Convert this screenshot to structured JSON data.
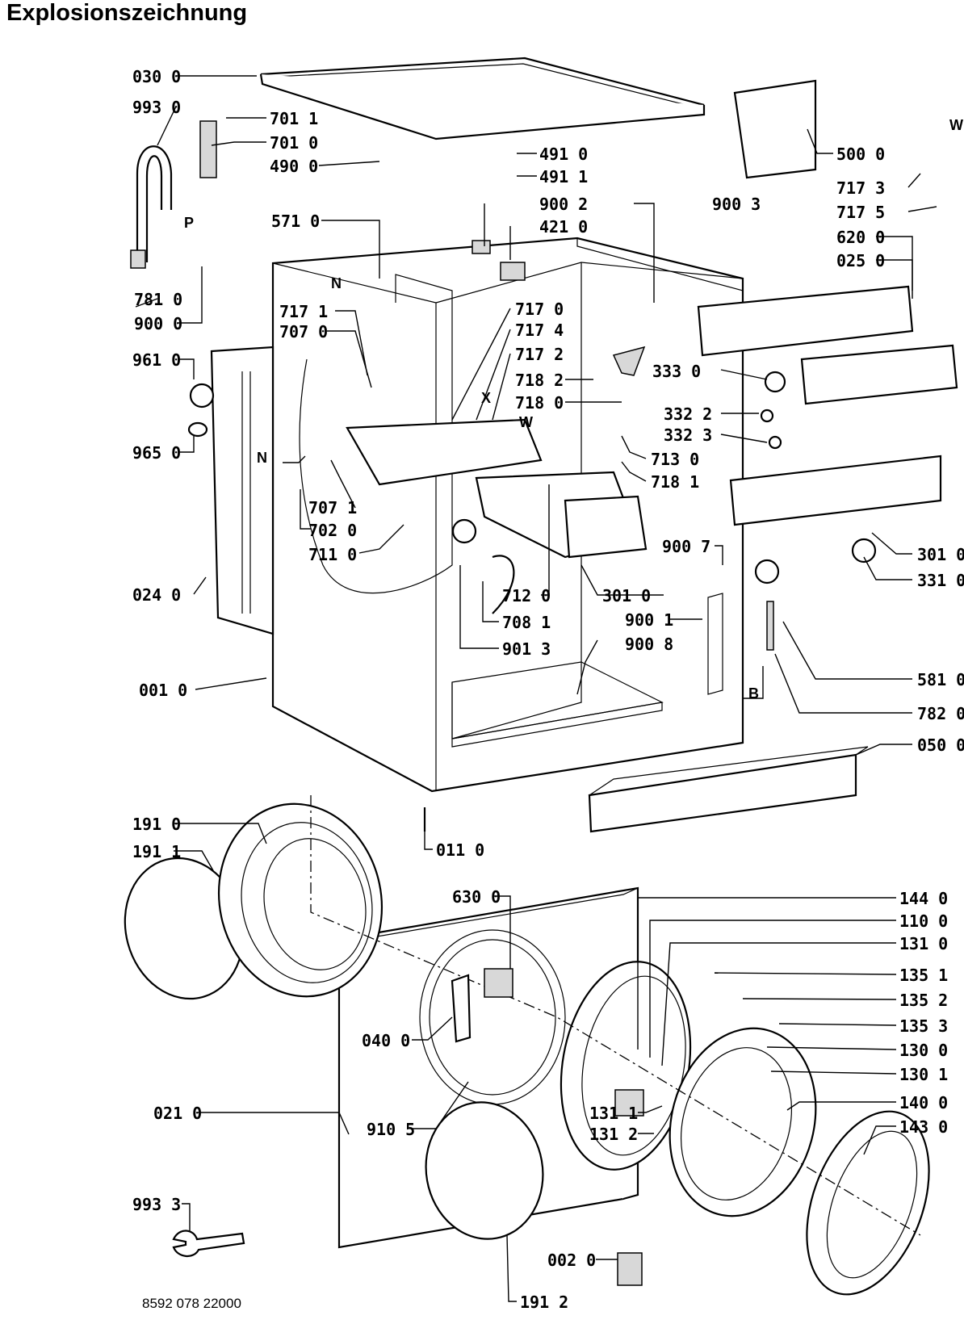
{
  "title": "Explosionszeichnung",
  "document_number": "8592 078 22000",
  "markers": {
    "P": "P",
    "N": "N",
    "X": "X",
    "W": "W",
    "B": "B"
  },
  "part_labels": [
    "030 0",
    "993 0",
    "701 1",
    "701 0",
    "490 0",
    "491 0",
    "491 1",
    "500 0",
    "717 3",
    "717 5",
    "900 2",
    "421 0",
    "900 3",
    "620 0",
    "025 0",
    "571 0",
    "781 0",
    "900 0",
    "717 1",
    "707 0",
    "717 0",
    "717 4",
    "717 2",
    "718 2",
    "718 0",
    "333 0",
    "332 2",
    "332 3",
    "713 0",
    "718 1",
    "961 0",
    "965 0",
    "707 1",
    "702 0",
    "711 0",
    "301 0",
    "331 0",
    "900 7",
    "712 0",
    "708 1",
    "301 0",
    "900 1",
    "024 0",
    "901 3",
    "900 8",
    "581 0",
    "001 0",
    "782 0",
    "050 0",
    "191 0",
    "191 1",
    "011 0",
    "630 0",
    "144 0",
    "110 0",
    "131 0",
    "135 1",
    "135 2",
    "135 3",
    "130 0",
    "130 1",
    "040 0",
    "140 0",
    "021 0",
    "910 5",
    "131 1",
    "131 2",
    "143 0",
    "993 3",
    "002 0",
    "191 2"
  ]
}
